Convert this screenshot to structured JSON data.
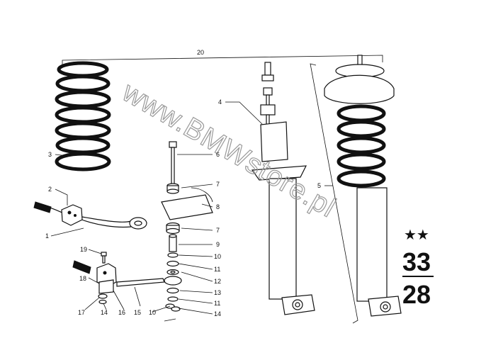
{
  "callouts": {
    "c1": "1",
    "c2": "2",
    "c3": "3",
    "c4": "4",
    "c5": "5",
    "c6": "6",
    "c7a": "7",
    "c7b": "7",
    "c8": "8",
    "c9": "9",
    "c10a": "10",
    "c10b": "10",
    "c11a": "11",
    "c11b": "11",
    "c12": "12",
    "c13": "13",
    "c14a": "14",
    "c14b": "14",
    "c15": "15",
    "c16": "16",
    "c17": "17",
    "c18": "18",
    "c19": "19",
    "c20": "20"
  },
  "watermark": "www.BMWstore.pl",
  "group": {
    "stars": "★★",
    "main": "33",
    "sub": "28"
  }
}
